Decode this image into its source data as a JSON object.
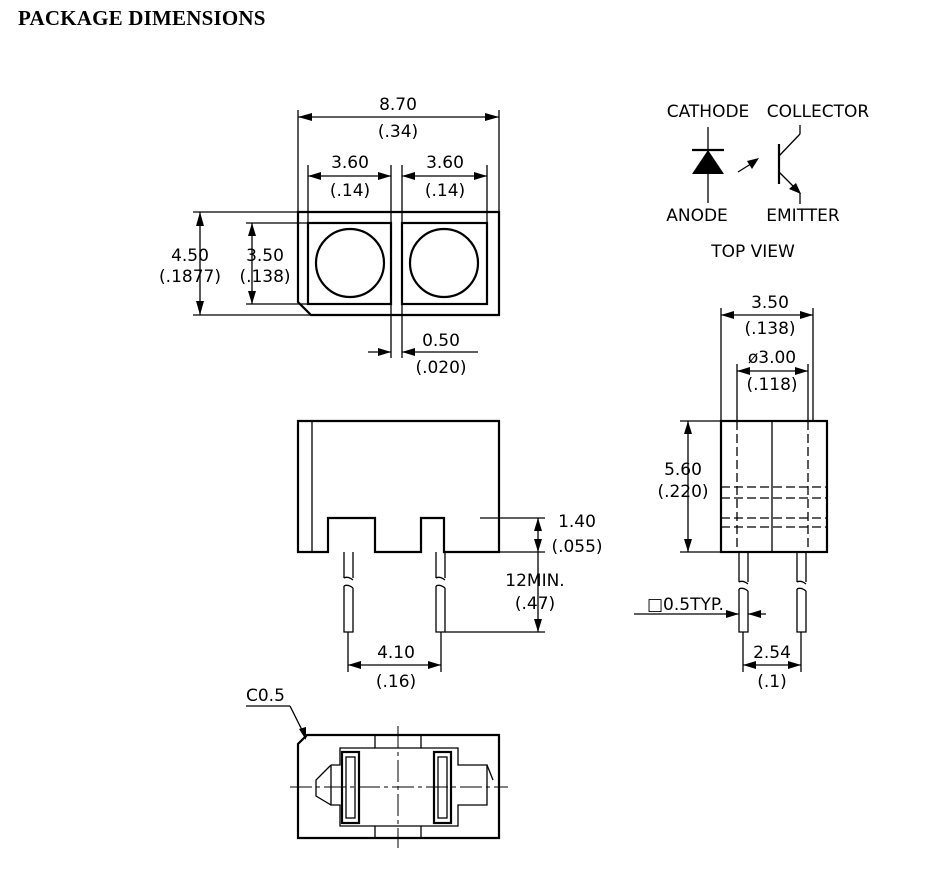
{
  "title": "PACKAGE DIMENSIONS",
  "top_front": {
    "total_width_mm": "8.70",
    "total_width_in": "(.34)",
    "left_width_mm": "3.60",
    "left_width_in": "(.14)",
    "right_width_mm": "3.60",
    "right_width_in": "(.14)",
    "height_mm": "4.50",
    "height_in": "(.1877)",
    "inner_height_mm": "3.50",
    "inner_height_in": "(.138)",
    "gap_mm": "0.50",
    "gap_in": "(.020)"
  },
  "symbol": {
    "cathode": "CATHODE",
    "anode": "ANODE",
    "collector": "COLLECTOR",
    "emitter": "EMITTER",
    "view": "TOP VIEW"
  },
  "side_view": {
    "width_mm": "3.50",
    "width_in": "(.138)",
    "dia_mm": "ø3.00",
    "dia_in": "(.118)",
    "height_mm": "5.60",
    "height_in": "(.220)",
    "lead_mm": "□0.5TYP.",
    "pitch_mm": "2.54",
    "pitch_in": "(.1)"
  },
  "front_view": {
    "standoff_mm": "1.40",
    "standoff_in": "(.055)",
    "lead_len_mm": "12MIN.",
    "lead_len_in": "(.47)",
    "pitch_mm": "4.10",
    "pitch_in": "(.16)"
  },
  "bottom_view": {
    "chamfer": "C0.5"
  }
}
